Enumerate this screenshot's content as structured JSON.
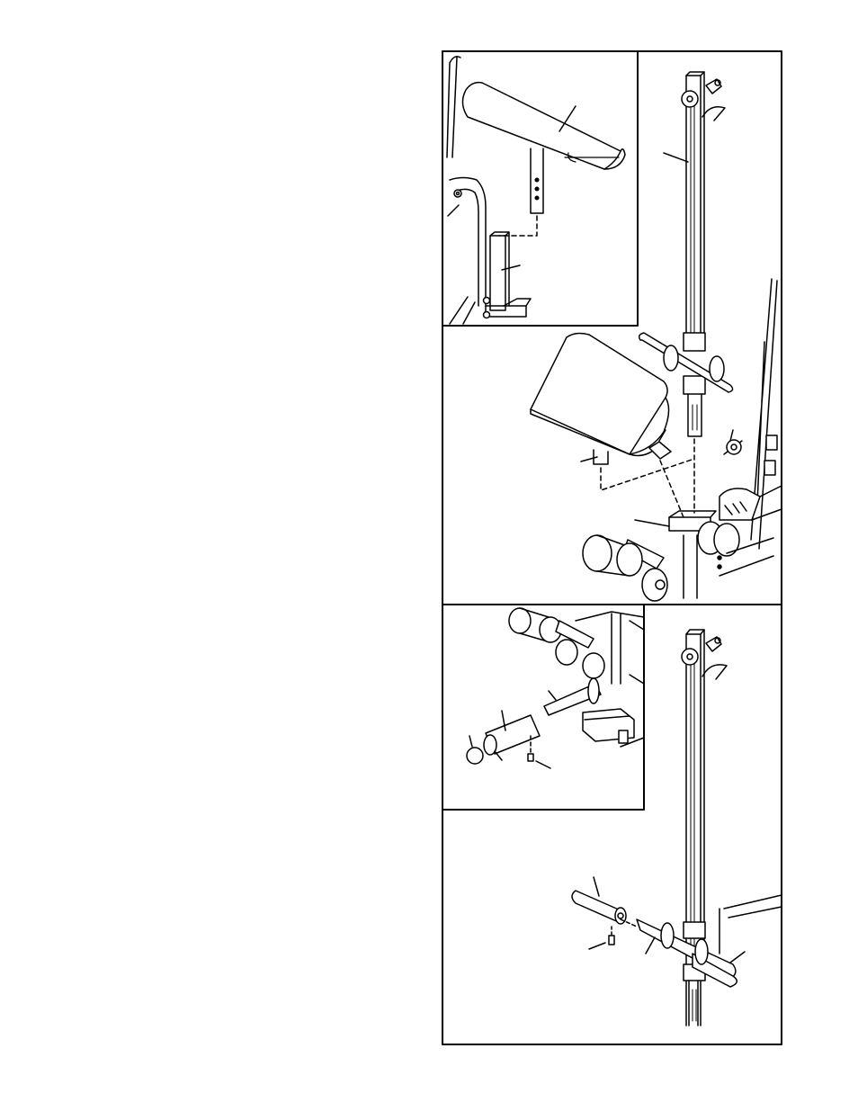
{
  "page": {
    "background": "#ffffff",
    "ink": "#000000",
    "fill_light": "#f2f2f2",
    "fill_mid": "#d9d9d9"
  },
  "figure": {
    "panels": [
      "top-inset",
      "upper-main",
      "lower-inset",
      "lower-main"
    ],
    "callout_labels": []
  }
}
